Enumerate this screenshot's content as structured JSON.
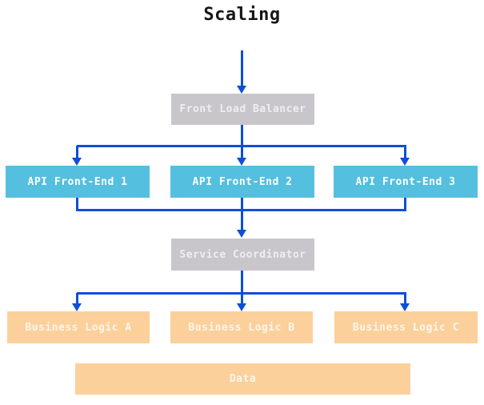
{
  "title": "Scaling",
  "colors": {
    "node_gray": "#c9c6cb",
    "node_cyan": "#54bfde",
    "node_orange": "#fcd09b",
    "arrow_blue": "#0d4fd6",
    "node_text": "#f7f4ef",
    "title_text": "#161616",
    "background": "#ffffff"
  },
  "nodes": {
    "load_balancer": "Front Load Balancer",
    "api1": "API Front-End 1",
    "api2": "API Front-End 2",
    "api3": "API Front-End 3",
    "coordinator": "Service Coordinator",
    "logic_a": "Business Logic A",
    "logic_b": "Business Logic B",
    "logic_c": "Business Logic C",
    "data": "Data"
  },
  "edges": [
    {
      "from": "start",
      "to": "load_balancer"
    },
    {
      "from": "load_balancer",
      "to": "api1"
    },
    {
      "from": "load_balancer",
      "to": "api2"
    },
    {
      "from": "load_balancer",
      "to": "api3"
    },
    {
      "from": "api1",
      "to": "coordinator"
    },
    {
      "from": "api2",
      "to": "coordinator"
    },
    {
      "from": "api3",
      "to": "coordinator"
    },
    {
      "from": "coordinator",
      "to": "logic_a"
    },
    {
      "from": "coordinator",
      "to": "logic_b"
    },
    {
      "from": "coordinator",
      "to": "logic_c"
    }
  ]
}
